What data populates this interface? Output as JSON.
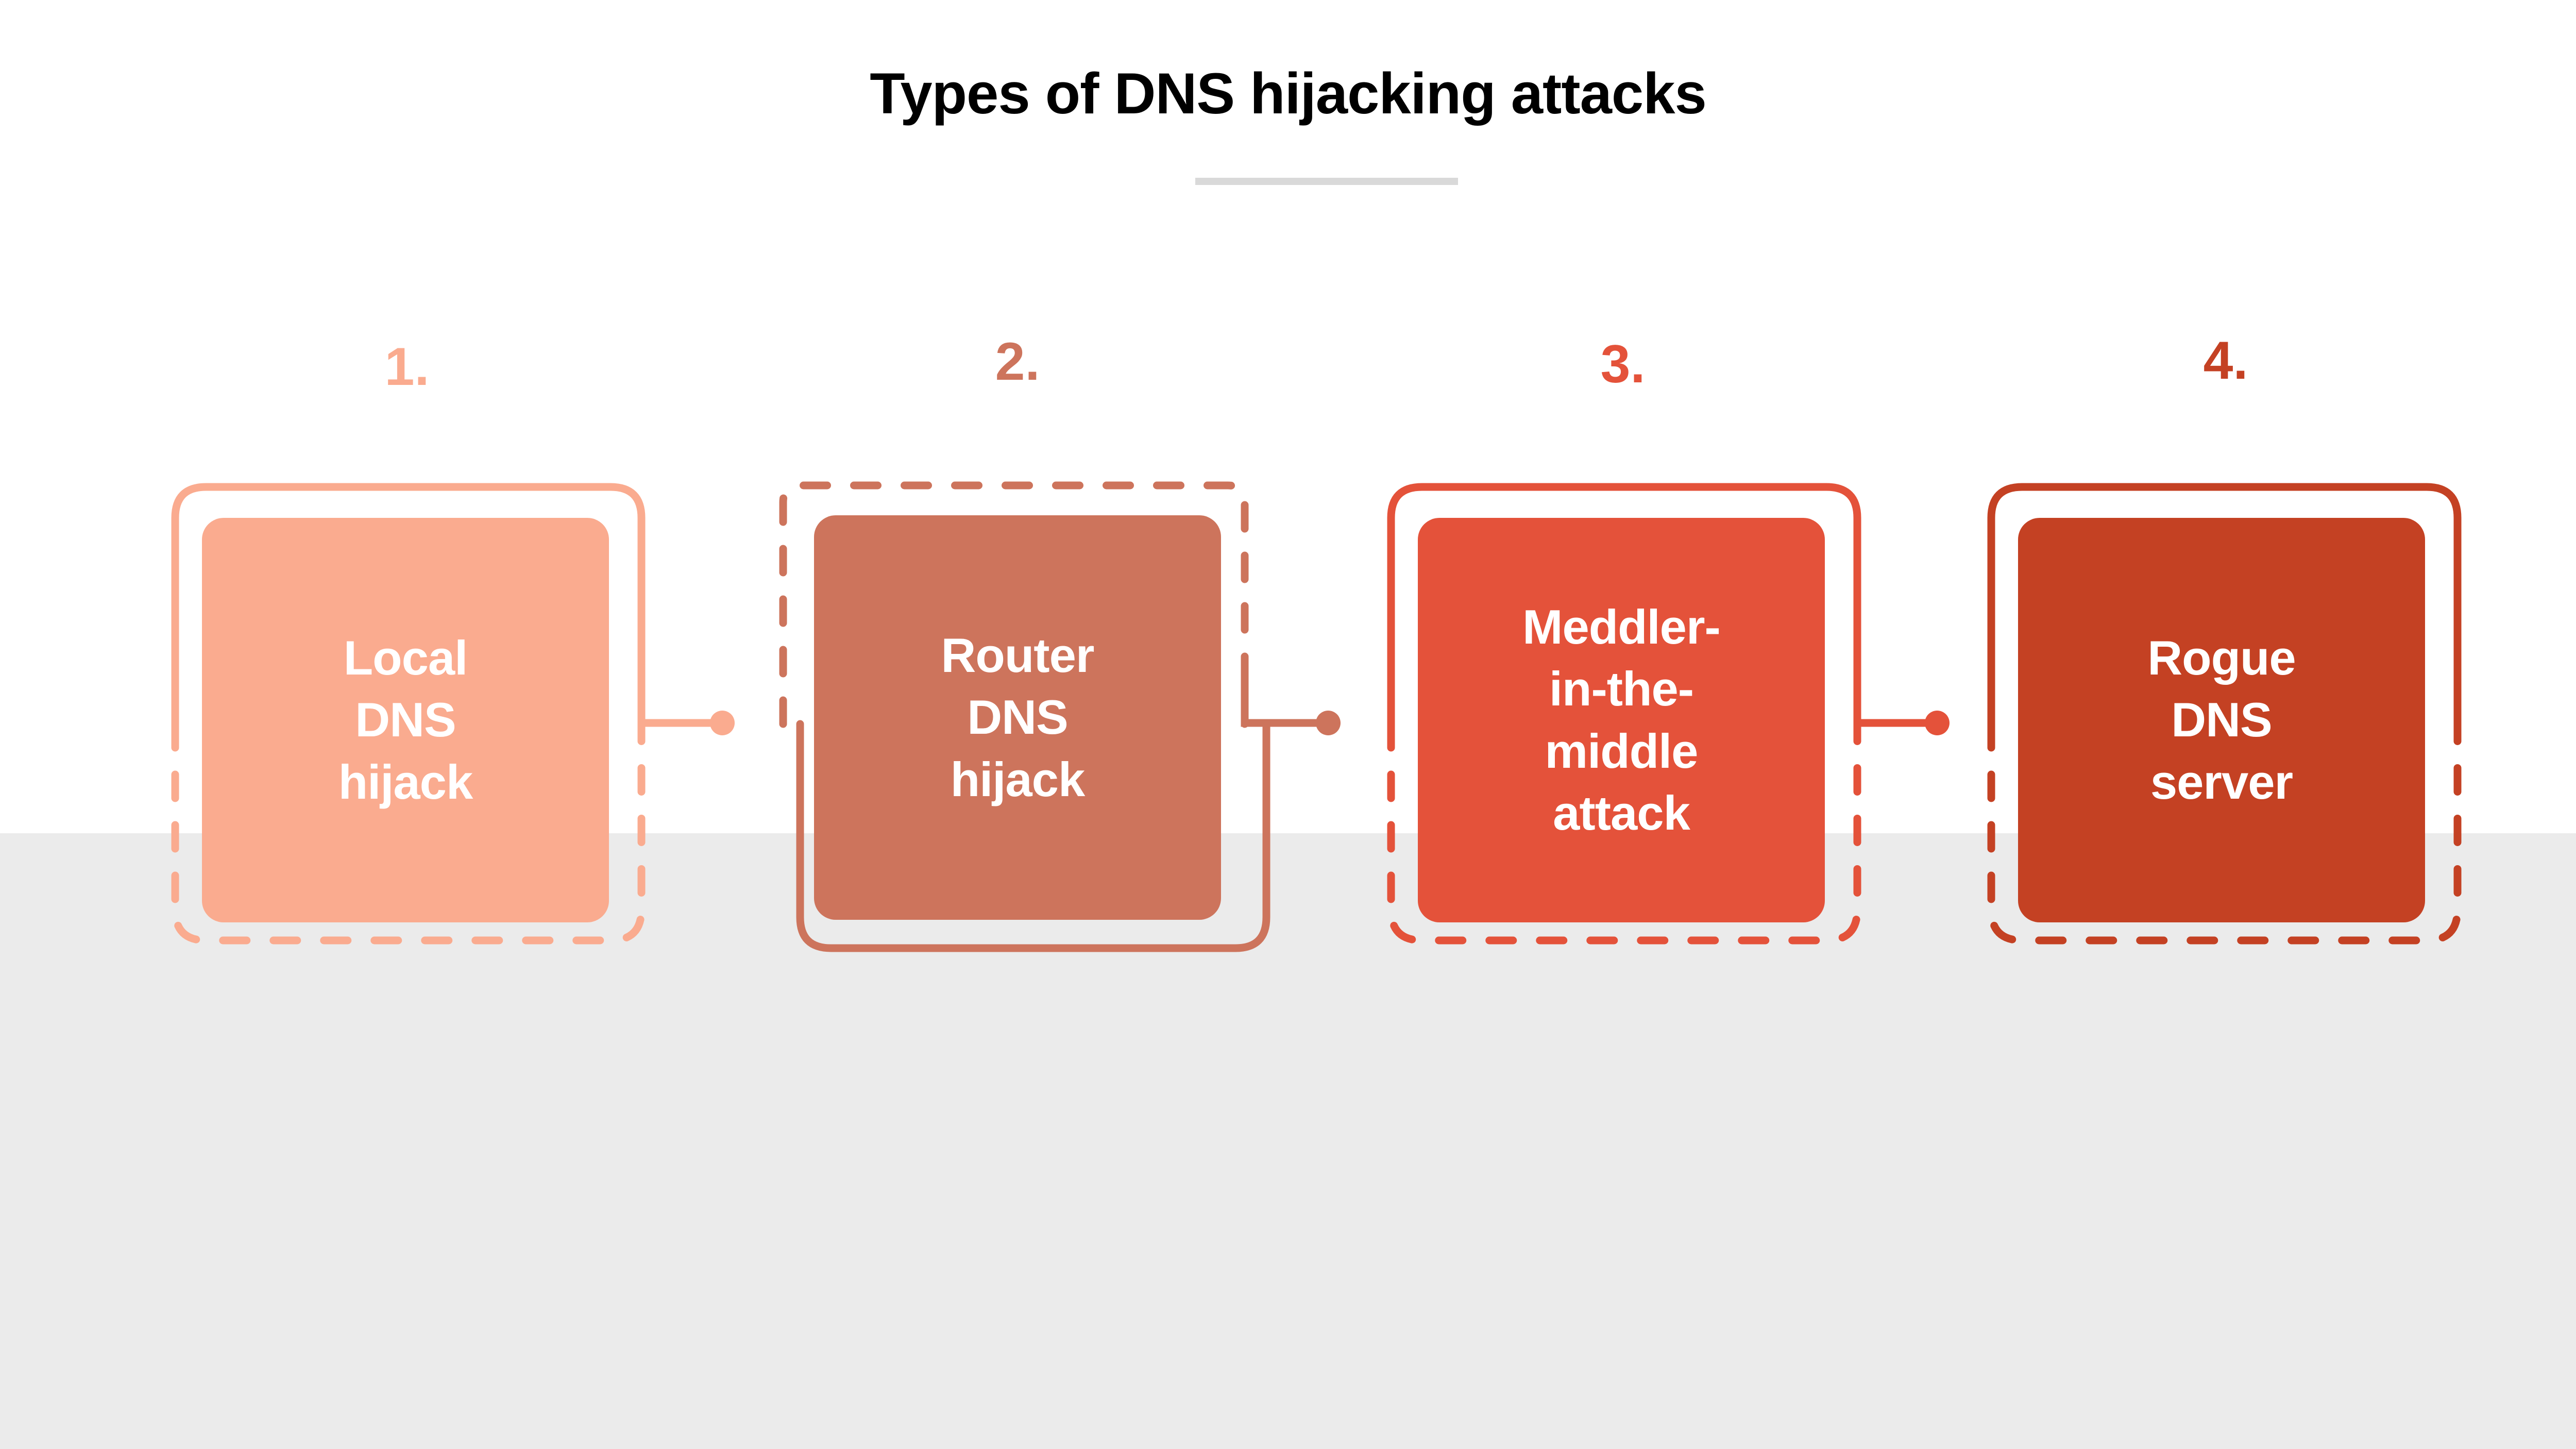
{
  "page": {
    "background_top": "#ffffff",
    "background_bottom": "#ebebeb"
  },
  "header": {
    "title": "Types of DNS hijacking attacks",
    "rule_color": "#d9d9d9"
  },
  "diagram": {
    "type": "horizontal-step-flow",
    "step_count": 4,
    "connector_style": "elbow-line-with-endpoint-dot",
    "steps": [
      {
        "number": "1.",
        "label": "Local\nDNS\nhijack",
        "color": "#faab8f",
        "border_pattern": "solid-top-dashed-bottom"
      },
      {
        "number": "2.",
        "label": "Router\nDNS\nhijack",
        "color": "#cd745c",
        "border_pattern": "dashed-top-solid-bottom"
      },
      {
        "number": "3.",
        "label": "Meddler-\nin-the-\nmiddle\nattack",
        "color": "#e4523a",
        "border_pattern": "solid-top-dashed-bottom"
      },
      {
        "number": "4.",
        "label": "Rogue\nDNS\nserver",
        "color": "#c44123",
        "border_pattern": "solid-top-dashed-bottom"
      }
    ],
    "connectors": [
      {
        "from": "1.",
        "to": "2.",
        "color": "#faab8f"
      },
      {
        "from": "2.",
        "to": "3.",
        "color": "#cd745c"
      },
      {
        "from": "3.",
        "to": "4.",
        "color": "#e4523a"
      }
    ]
  }
}
